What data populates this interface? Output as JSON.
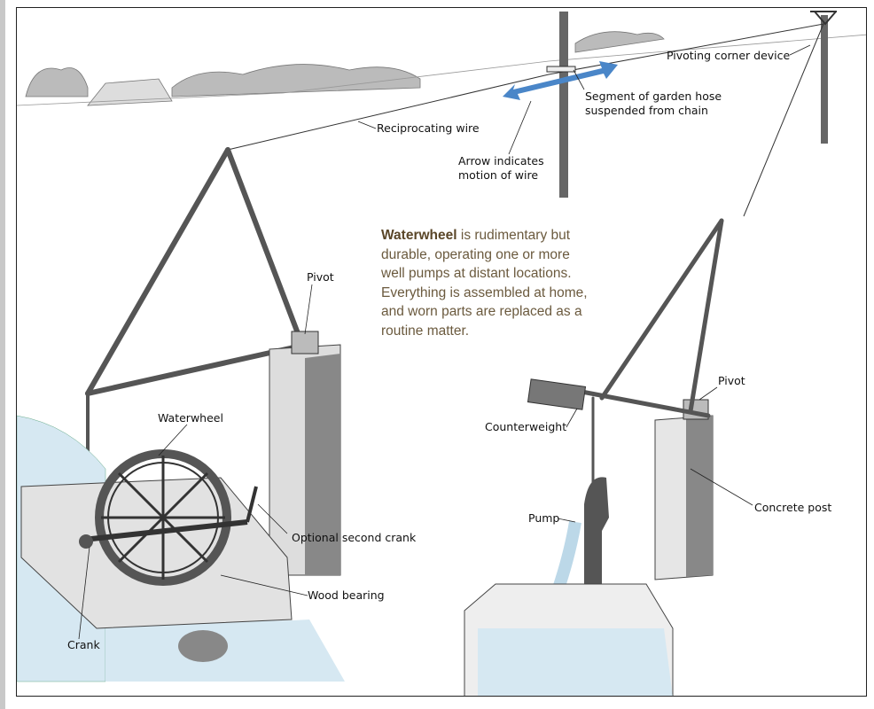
{
  "caption": {
    "title": "Waterwheel",
    "body": " is rudimentary but durable, operating one or more well pumps at distant locations. Everything is assembled at home, and worn parts are replaced as a routine matter."
  },
  "labels": {
    "pivoting_corner_device": "Pivoting corner device",
    "garden_hose_line1": "Segment of garden hose",
    "garden_hose_line2": "suspended from chain",
    "reciprocating_wire": "Reciprocating wire",
    "arrow_line1": "Arrow indicates",
    "arrow_line2": "motion of wire",
    "pivot_left": "Pivot",
    "pivot_right": "Pivot",
    "waterwheel": "Waterwheel",
    "optional_second_crank": "Optional second crank",
    "wood_bearing": "Wood bearing",
    "crank": "Crank",
    "counterweight": "Counterweight",
    "pump": "Pump",
    "concrete_post": "Concrete post"
  },
  "colors": {
    "caption": "#6b5a3e",
    "arrow": "#4a86c8",
    "water": "#d6e8f2"
  }
}
